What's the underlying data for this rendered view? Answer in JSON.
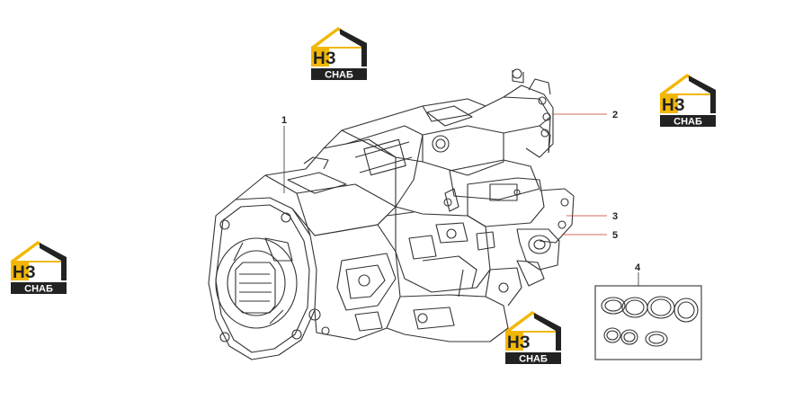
{
  "callouts": [
    {
      "id": "1",
      "label": "1"
    },
    {
      "id": "2",
      "label": "2"
    },
    {
      "id": "3",
      "label": "3"
    },
    {
      "id": "4",
      "label": "4"
    },
    {
      "id": "5",
      "label": "5"
    }
  ],
  "watermark": {
    "letters": "НЗ",
    "word": "СНАБ",
    "colors": {
      "yellow": "#f2b705",
      "dark": "#222222",
      "white": "#ffffff"
    }
  },
  "colors": {
    "line": "#333333",
    "leader": "#c0392b"
  }
}
